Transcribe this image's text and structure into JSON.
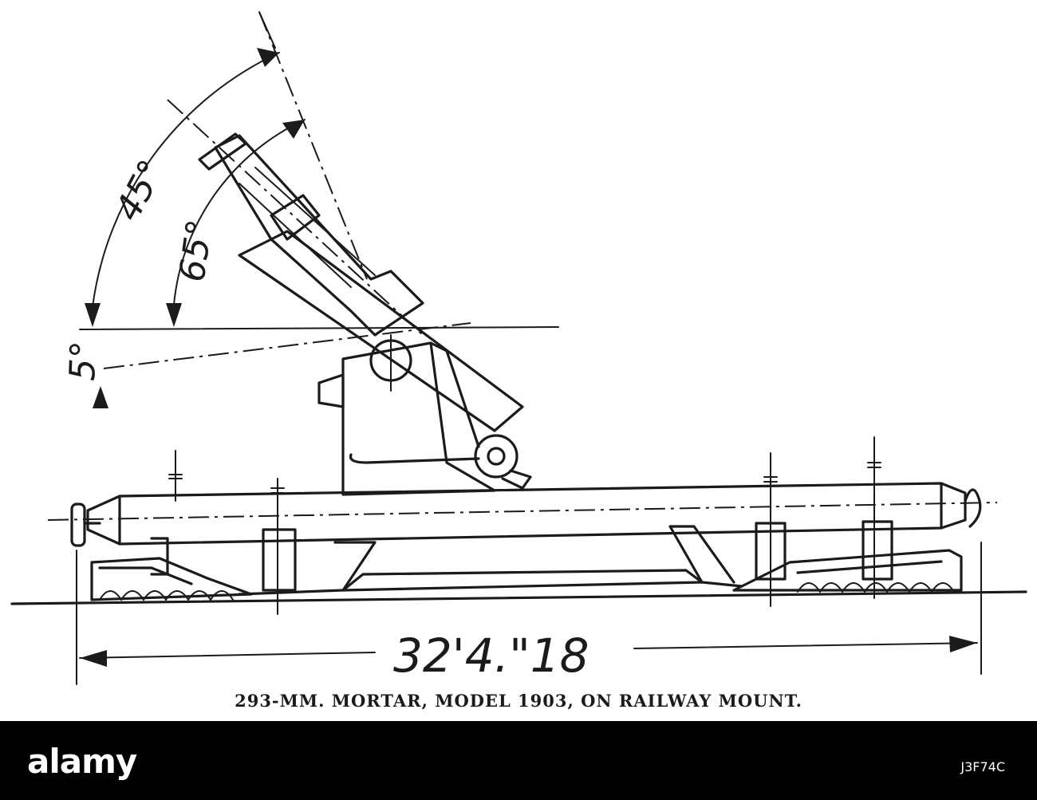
{
  "labels": {
    "angle_max": "45°",
    "angle_mid": "65°",
    "angle_min": "5°",
    "length": "32'4.\"18"
  },
  "caption": "293-MM. MORTAR, MODEL 1903, ON RAILWAY MOUNT.",
  "footer": {
    "logo": "alamy",
    "image_id": "J3F74C"
  },
  "colors": {
    "ink": "#1b1b1b",
    "paper": "#ffffff",
    "footer_bg": "#000000"
  }
}
